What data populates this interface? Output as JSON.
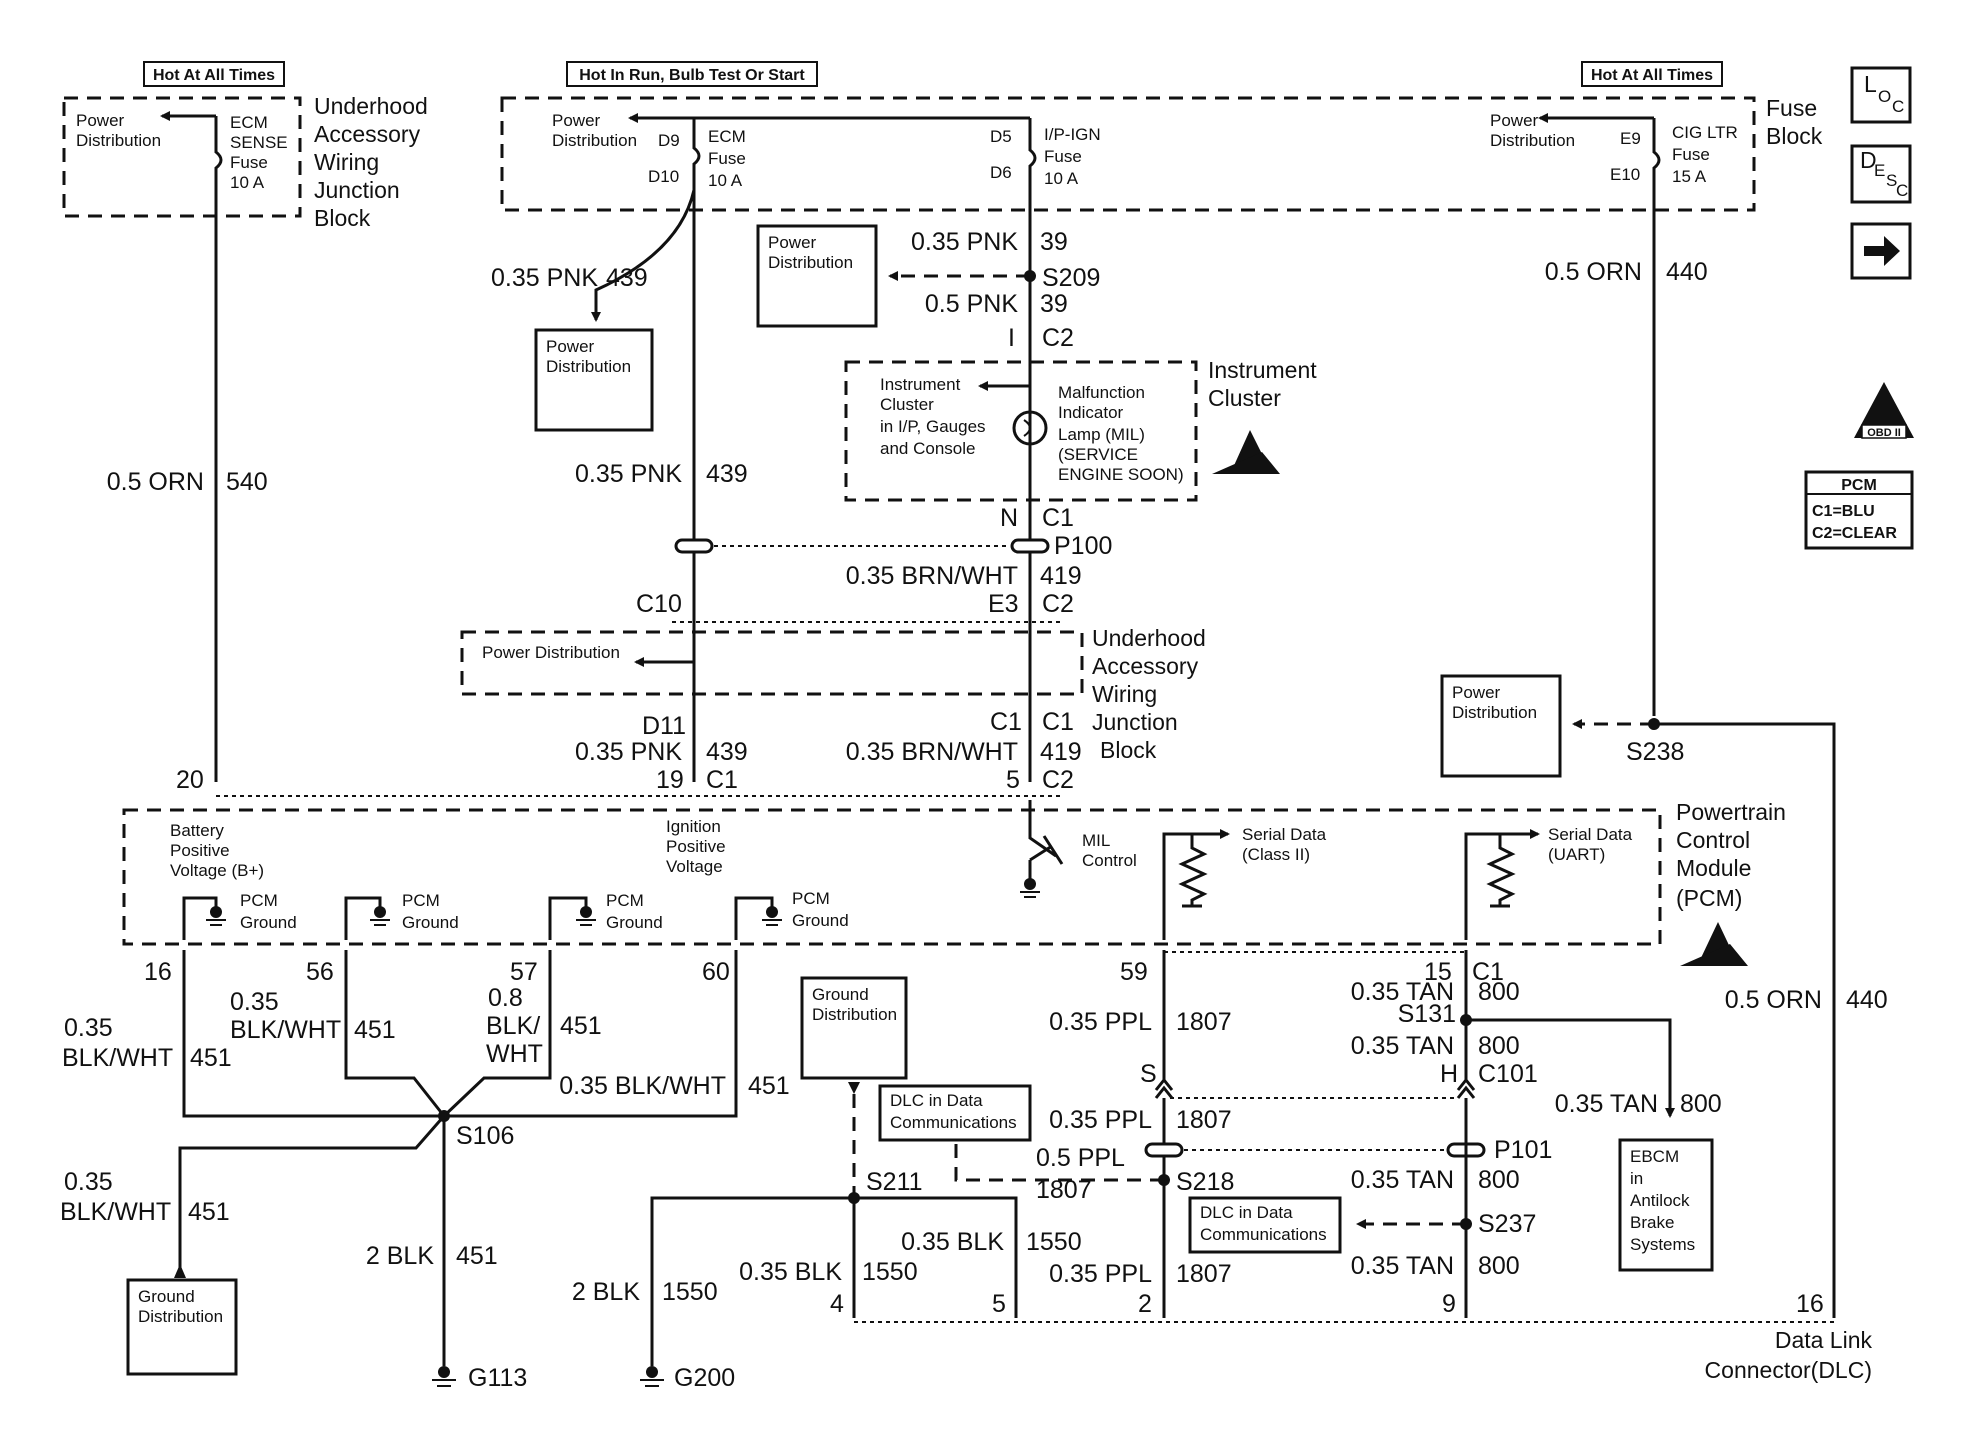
{
  "headers": {
    "hot_left": "Hot At All Times",
    "hot_mid": "Hot In Run, Bulb Test Or Start",
    "hot_right": "Hot At All Times"
  },
  "side_icons": {
    "loc": [
      "L",
      "O",
      "C"
    ],
    "desc": [
      "D",
      "E",
      "S",
      "C"
    ],
    "arrow": "arrow-right-icon",
    "obd": "OBD II",
    "pcm_legend": [
      "PCM",
      "C1=BLU",
      "C2=CLEAR"
    ]
  },
  "blocks": {
    "uawjb_top": [
      "Underhood",
      "Accessory",
      "Wiring",
      "Junction",
      "Block"
    ],
    "fuse_block": [
      "Fuse",
      "Block"
    ],
    "instrument_cluster": [
      "Instrument",
      "Cluster"
    ],
    "uawjb_mid": [
      "Underhood",
      "Accessory",
      "Wiring",
      "Junction",
      "Block"
    ],
    "pcm": [
      "Powertrain",
      "Control",
      "Module",
      "(PCM)"
    ],
    "dlc": [
      "Data Link",
      "Connector(DLC)"
    ]
  },
  "fuses": {
    "ecm_sense": {
      "pd": [
        "Power",
        "Distribution"
      ],
      "label": [
        "ECM",
        "SENSE",
        "Fuse",
        "10 A"
      ]
    },
    "ecm": {
      "pd": [
        "Power",
        "Distribution"
      ],
      "label": [
        "ECM",
        "Fuse",
        "10 A"
      ],
      "pins": [
        "D9",
        "D10"
      ]
    },
    "ipign": {
      "label": [
        "I/P-IGN",
        "Fuse",
        "10 A"
      ],
      "pins": [
        "D5",
        "D6"
      ]
    },
    "cigltr": {
      "pd": [
        "Power",
        "Distribution"
      ],
      "label": [
        "CIG LTR",
        "Fuse",
        "15 A"
      ],
      "pins": [
        "E9",
        "E10"
      ]
    }
  },
  "boxes": {
    "pd_a": [
      "Power",
      "Distribution"
    ],
    "pd_b": [
      "Power",
      "Distribution"
    ],
    "pd_c": "Power Distribution",
    "pd_d": [
      "Power",
      "Distribution"
    ],
    "ebcm": [
      "EBCM",
      "in",
      "Antilock",
      "Brake",
      "Systems"
    ],
    "gd_left": [
      "Ground",
      "Distribution"
    ],
    "gd_mid": [
      "Ground",
      "Distribution"
    ],
    "dlc_data_a": [
      "DLC in Data",
      "Communications"
    ],
    "dlc_data_b": [
      "DLC in Data",
      "Communications"
    ]
  },
  "cluster_text": {
    "left": [
      "Instrument",
      "Cluster",
      "in I/P, Gauges",
      "and Console"
    ],
    "right": [
      "Malfunction",
      "Indicator",
      "Lamp (MIL)",
      "(SERVICE",
      "ENGINE SOON)"
    ]
  },
  "pcm_text": {
    "bplus": [
      "Battery",
      "Positive",
      "Voltage (B+)"
    ],
    "ign": [
      "Ignition",
      "Positive",
      "Voltage"
    ],
    "mil": [
      "MIL",
      "Control"
    ],
    "class2": [
      "Serial Data",
      "(Class II)"
    ],
    "uart": [
      "Serial Data",
      "(UART)"
    ],
    "ground": [
      "PCM",
      "Ground"
    ]
  },
  "wires": {
    "w540": [
      "0.5 ORN",
      "540"
    ],
    "w439a": [
      "0.35 PNK",
      "439"
    ],
    "w439b": [
      "0.35 PNK",
      "439"
    ],
    "w439c": [
      "0.35 PNK",
      "439"
    ],
    "w39a": [
      "0.35 PNK",
      "39"
    ],
    "w39b": [
      "0.5 PNK",
      "39"
    ],
    "w419a": [
      "0.35 BRN/WHT",
      "419"
    ],
    "w419b": [
      "0.35 BRN/WHT",
      "419"
    ],
    "w440a": [
      "0.5 ORN",
      "440"
    ],
    "w440b": [
      "0.5 ORN",
      "440"
    ],
    "w451_16": [
      "0.35",
      "BLK/WHT",
      "451"
    ],
    "w451_56": [
      "0.35",
      "BLK/WHT",
      "451"
    ],
    "w451_57": [
      "0.8",
      "BLK/",
      "WHT",
      "451"
    ],
    "w451_60": [
      "0.35 BLK/WHT",
      "451"
    ],
    "w451_gd": [
      "0.35",
      "BLK/WHT",
      "451"
    ],
    "w451_g113": [
      "2 BLK",
      "451"
    ],
    "w1550_g200": [
      "2 BLK",
      "1550"
    ],
    "w1550_4": [
      "0.35 BLK",
      "1550"
    ],
    "w1550_5": [
      "0.35 BLK",
      "1550"
    ],
    "w1807_top": [
      "0.35 PPL",
      "1807"
    ],
    "w1807_mid": [
      "0.35 PPL",
      "1807"
    ],
    "w1807_dlc": [
      "0.5 PPL",
      "1807"
    ],
    "w1807_bot": [
      "0.35 PPL",
      "1807"
    ],
    "w800_a": [
      "0.35 TAN",
      "800"
    ],
    "w800_b": [
      "0.35 TAN",
      "800"
    ],
    "w800_c": [
      "0.35 TAN",
      "800"
    ],
    "w800_d": [
      "0.35 TAN",
      "800"
    ],
    "w800_ebcm": [
      "0.35 TAN",
      "800"
    ]
  },
  "splices": {
    "s209": "S209",
    "s238": "S238",
    "s106": "S106",
    "s211": "S211",
    "s131": "S131",
    "s218": "S218",
    "s237": "S237"
  },
  "connectors": {
    "c2_ic": [
      "I",
      "C2"
    ],
    "c1_ic": [
      "N",
      "C1"
    ],
    "p100": "P100",
    "c10": "C10",
    "e3c2": [
      "E3",
      "C2"
    ],
    "d11": "D11",
    "c1c1": [
      "C1",
      "C1"
    ],
    "pin19": [
      "19",
      "C1"
    ],
    "pin5c2": [
      "5",
      "C2"
    ],
    "pin20": "20",
    "pcm_pins": [
      "16",
      "56",
      "57",
      "60",
      "59",
      "15",
      "C1"
    ],
    "c101": [
      "S",
      "H",
      "C101"
    ],
    "p101": "P101",
    "dlc_pins": [
      "4",
      "5",
      "2",
      "9",
      "16"
    ]
  },
  "grounds": {
    "g113": "G113",
    "g200": "G200"
  }
}
